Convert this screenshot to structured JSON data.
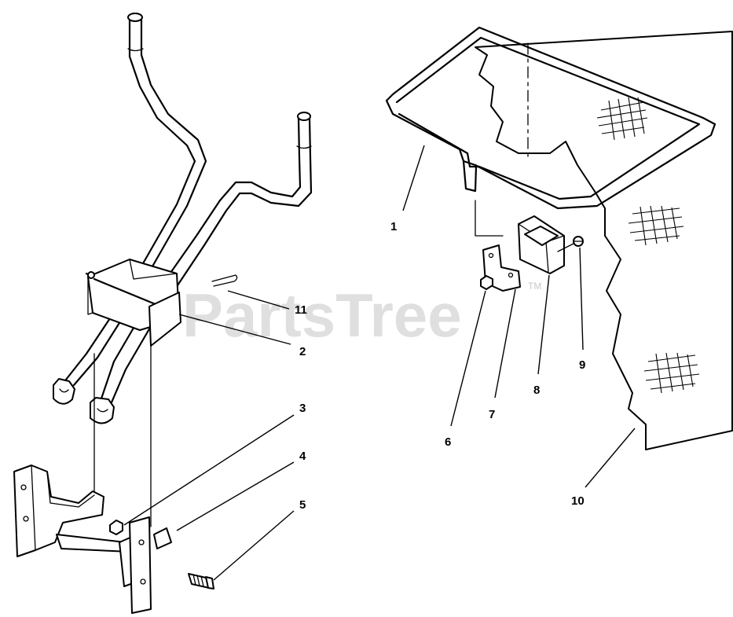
{
  "watermark": {
    "text": "PartsTree",
    "trademark": "TM"
  },
  "callouts": [
    {
      "id": "1",
      "label": "1"
    },
    {
      "id": "2",
      "label": "2"
    },
    {
      "id": "3",
      "label": "3"
    },
    {
      "id": "4",
      "label": "4"
    },
    {
      "id": "5",
      "label": "5"
    },
    {
      "id": "6",
      "label": "6"
    },
    {
      "id": "7",
      "label": "7"
    },
    {
      "id": "8",
      "label": "8"
    },
    {
      "id": "9",
      "label": "9"
    },
    {
      "id": "10",
      "label": "10"
    },
    {
      "id": "11",
      "label": "11"
    }
  ]
}
